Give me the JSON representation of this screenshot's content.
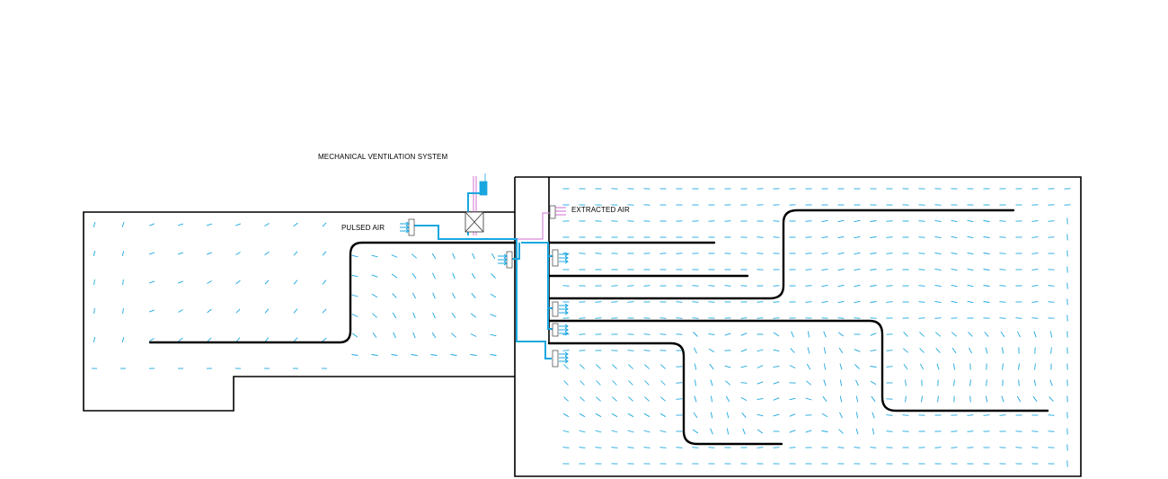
{
  "diagram": {
    "title": "MECHANICAL VENTILATION SYSTEM",
    "labels": {
      "pulsed_air": "PULSED AIR",
      "extracted_air": "EXTRACTED AIR"
    },
    "colors": {
      "wall": "#000000",
      "supply_duct": "#1aa7e0",
      "extract_duct": "#d98ad9",
      "airflow_vector": "#1aa7e0",
      "duct_outline": "#555555",
      "background": "#ffffff"
    },
    "icons": [
      "supply-diffuser-icon",
      "extract-grille-icon",
      "heat-recovery-unit-icon",
      "airflow-arrow-icon"
    ]
  }
}
